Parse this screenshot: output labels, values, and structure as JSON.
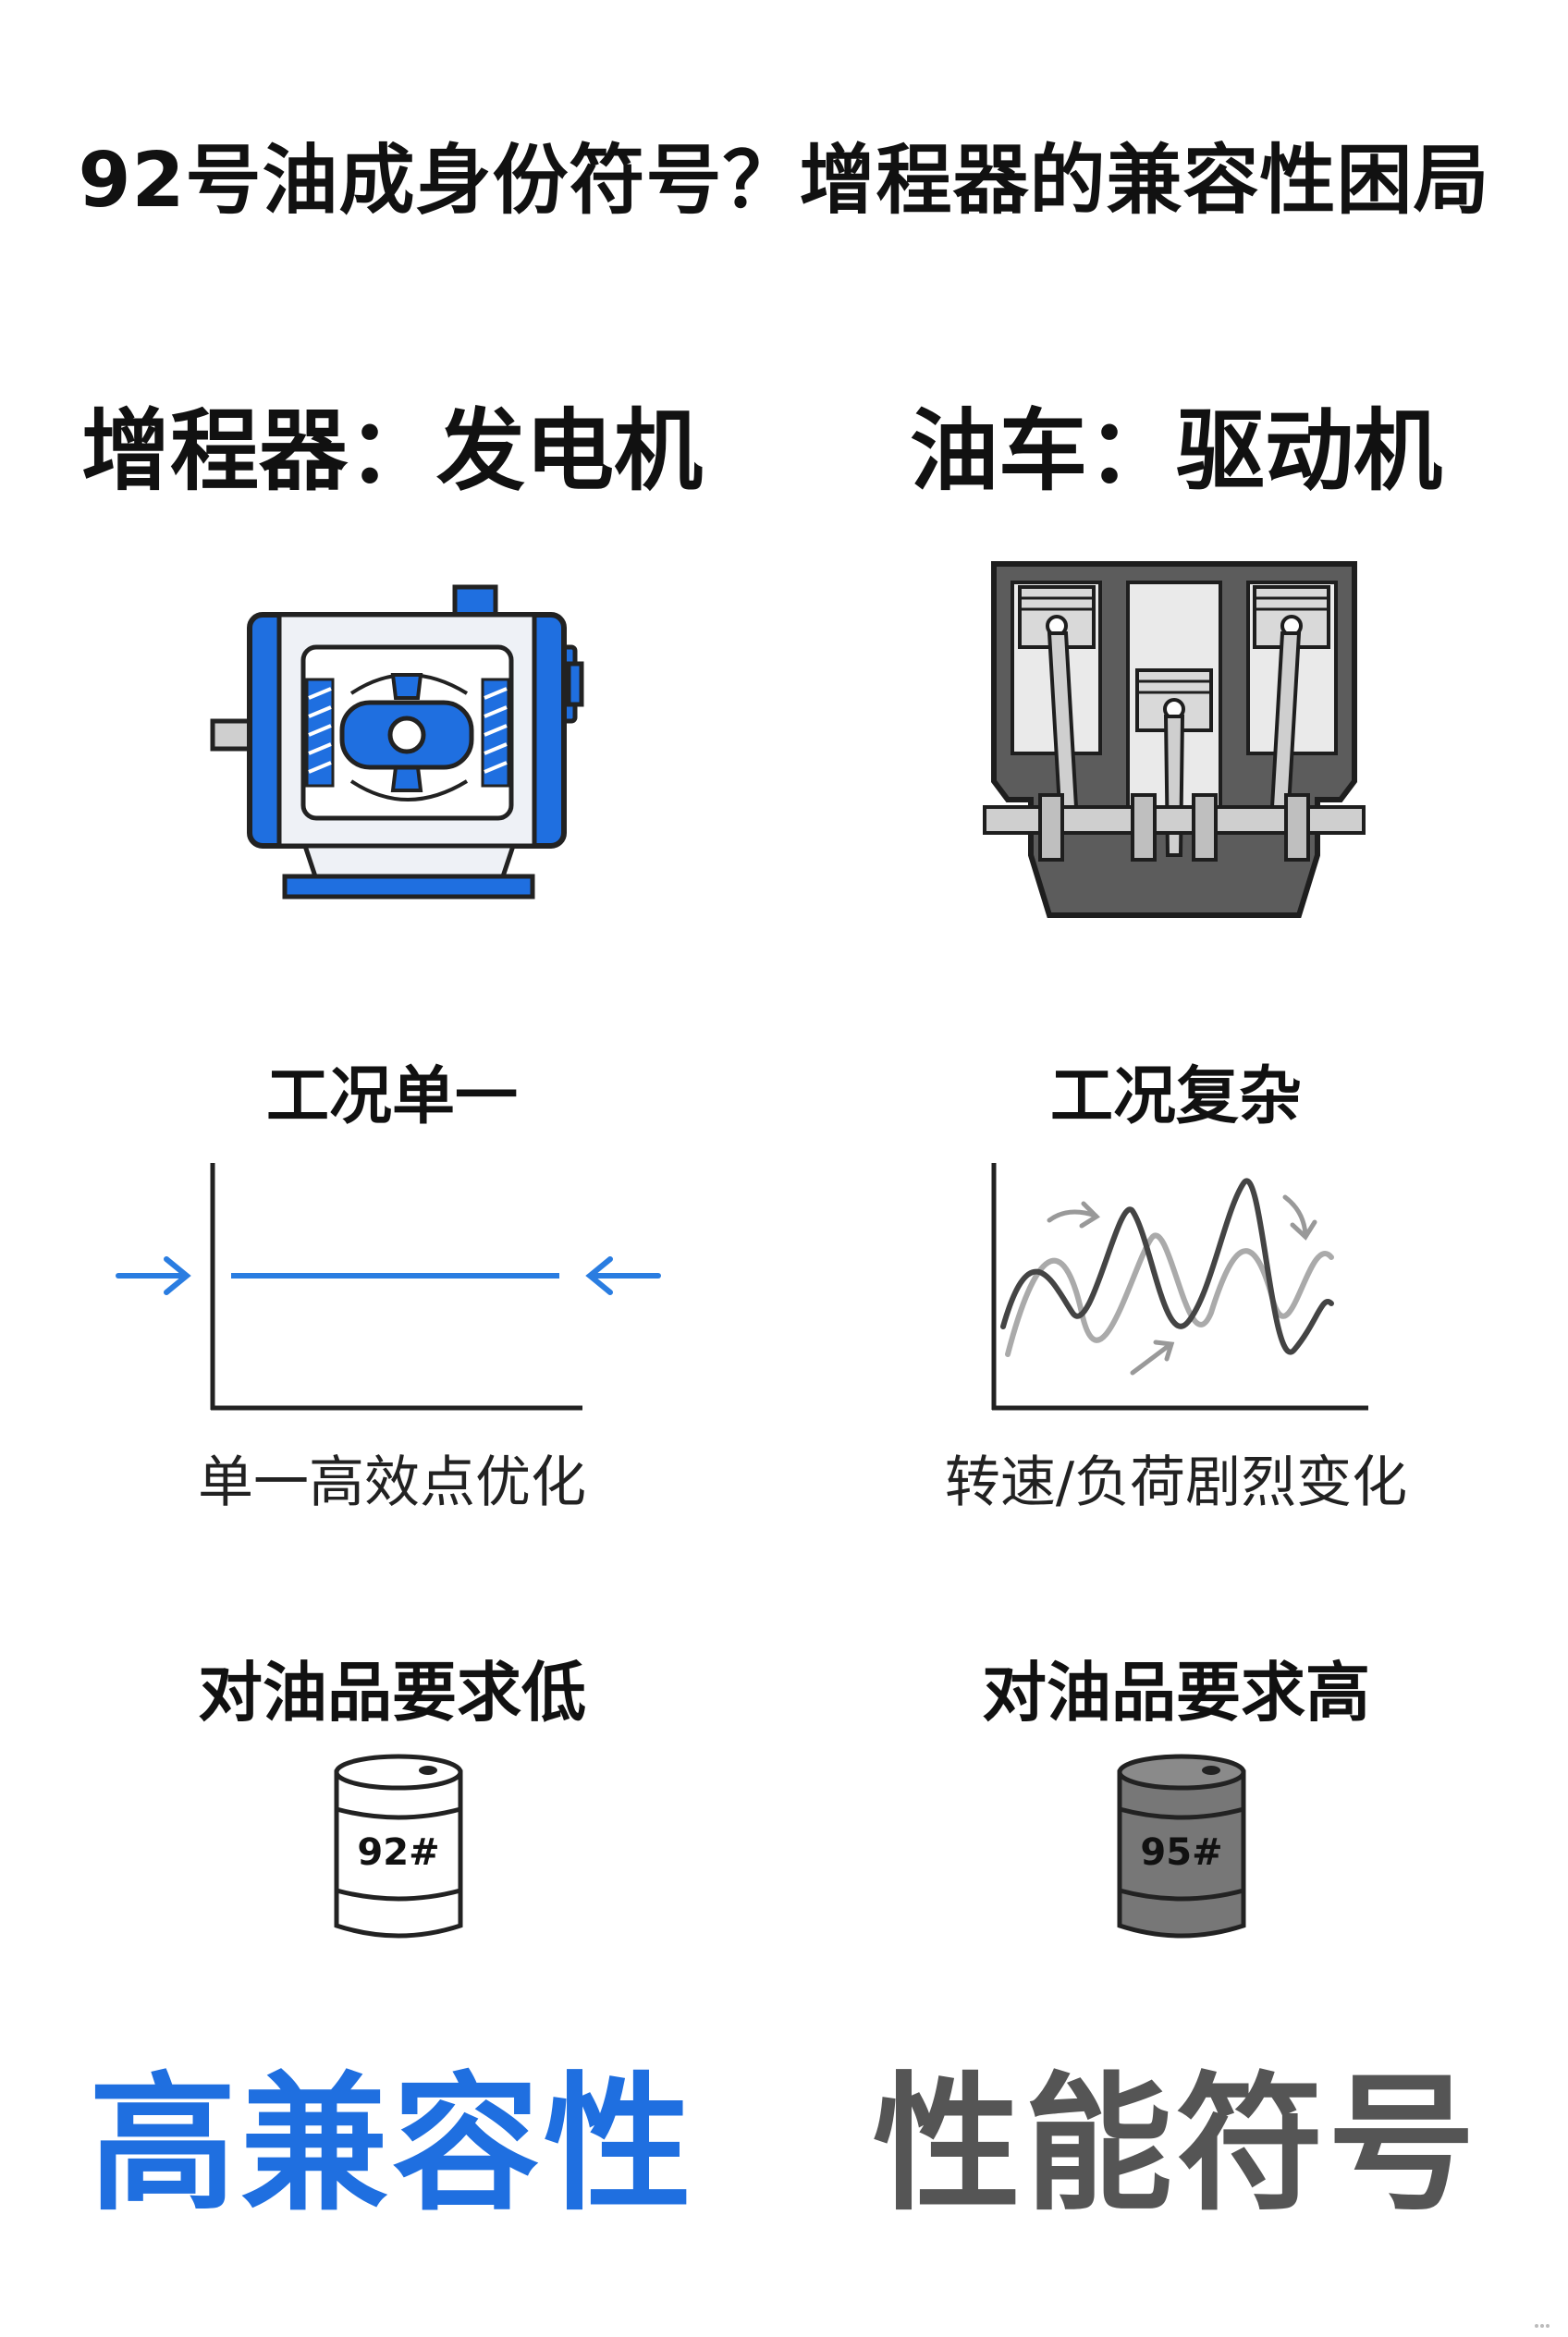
{
  "title": "92号油成身份符号？增程器的兼容性困局",
  "left": {
    "heading": "增程器：发电机",
    "icon": "generator-motor-icon",
    "condition": "工况单一",
    "graph_caption": "单一高效点优化",
    "fuel_requirement": "对油品要求低",
    "barrel_label": "92#",
    "conclusion": "高兼容性"
  },
  "right": {
    "heading": "油车：驱动机",
    "icon": "engine-pistons-icon",
    "condition": "工况复杂",
    "graph_caption": "转速/负荷剧烈变化",
    "fuel_requirement": "对油品要求高",
    "barrel_label": "95#",
    "conclusion": "性能符号"
  },
  "colors": {
    "accent_blue": "#1f6fe0",
    "graph_blue": "#2a7de1",
    "dark_gray": "#4a4a4a",
    "engine_gray": "#5c5c5c",
    "conclusion_gray": "#555555"
  }
}
